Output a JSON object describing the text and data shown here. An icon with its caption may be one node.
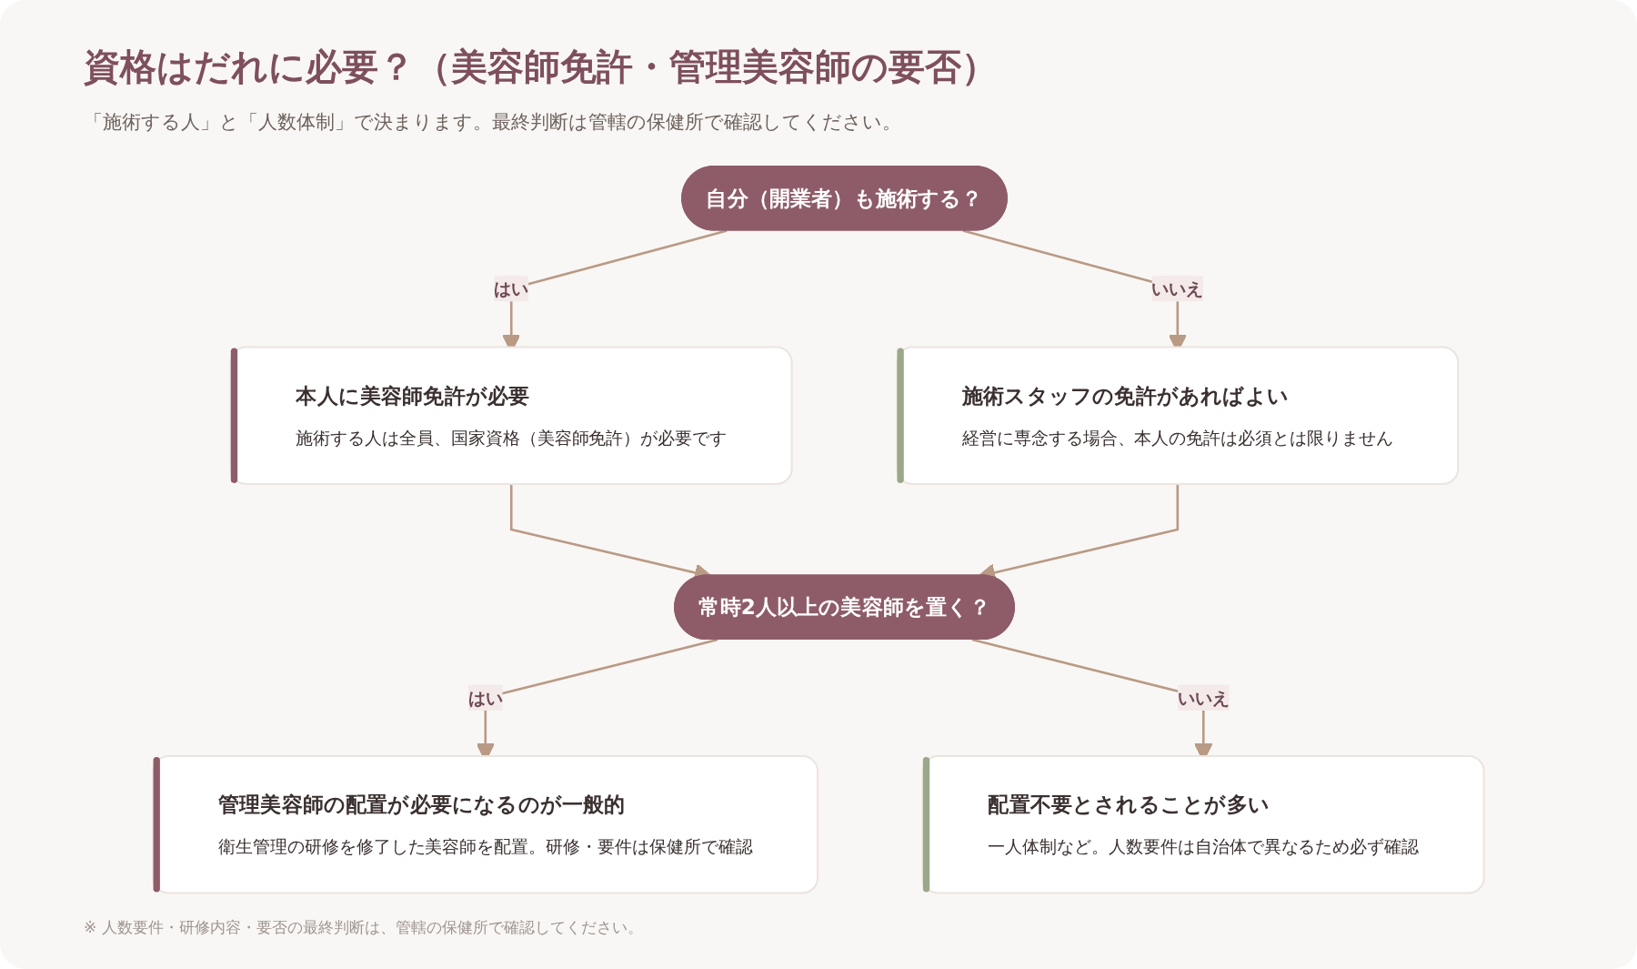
{
  "diagram": {
    "title": "資格はだれに必要？（美容師免許・管理美容師の要否）",
    "caption": "※ 人数要件・研修内容・要否の最終判断は、管轄の保健所で確認してください。",
    "nodes": [
      {
        "text": [
          "自分（開業者）も施術する？"
        ]
      },
      {
        "text": [
          "本人に美容師免許が必要",
          "施術する人は全員、国家資格（美容師免許）が必要です"
        ]
      },
      {
        "text": [
          "施術スタッフの免許があればよい",
          "経営に専念する場合、本人の免許は必須とは限りません"
        ]
      },
      {
        "text": [
          "常時2人以上の美容師を置く？"
        ]
      },
      {
        "text": [
          "管理美容師の配置が必要になるのが一般的",
          "衛生管理の研修を修了した美容師を配置。研修・要件は保健所で確認"
        ]
      },
      {
        "text": [
          "配置不要とされることが多い",
          "一人体制など。人数要件は自治体で異なるため必ず確認"
        ]
      }
    ],
    "edges": [
      {
        "from": 0,
        "to": 1,
        "arrow": "to",
        "label": "はい"
      },
      {
        "from": 0,
        "to": 2,
        "arrow": "to",
        "label": "いいえ"
      },
      {
        "from": 1,
        "to": 3,
        "arrow": "to"
      },
      {
        "from": 2,
        "to": 3,
        "arrow": "to"
      },
      {
        "from": 3,
        "to": 4,
        "arrow": "to",
        "label": "はい"
      },
      {
        "from": 3,
        "to": 5,
        "arrow": "to",
        "label": "いいえ"
      }
    ],
    "labels": [
      "「施術する人」と「人数体制」で決まります。最終判断は管轄の保健所で確認してください。"
    ]
  }
}
